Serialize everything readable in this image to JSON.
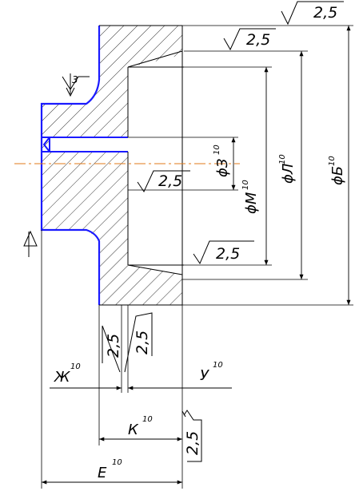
{
  "drawing": {
    "roughness_values": {
      "top_right": "2,5",
      "top_mid": "2,5",
      "bore_inner": "2,5",
      "lower_right": "2,5",
      "left_face_a": "2,5",
      "left_face_b": "2,5",
      "bottom_face": "2,5"
    },
    "roughness_label_3": "3",
    "dimensions": {
      "phi_B": "ϕБ",
      "phi_L": "ϕЛ",
      "phi_M": "ϕМ",
      "phi_Z": "ϕЗ",
      "E": "Е",
      "K": "К",
      "Zh": "Ж",
      "U": "У"
    },
    "tolerance": "10"
  }
}
